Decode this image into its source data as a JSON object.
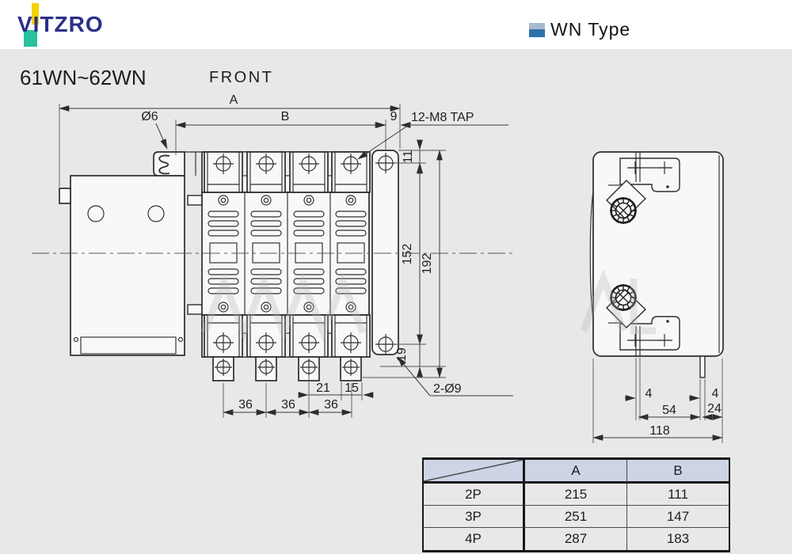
{
  "header": {
    "brand": "VITZRO",
    "type_label": "WN Type"
  },
  "titles": {
    "model": "61WN~62WN",
    "view_label": "FRONT"
  },
  "front_view": {
    "dims": {
      "A": "A",
      "B": "B",
      "dia6": "Ø6",
      "n9": "9",
      "tap": "12-M8 TAP",
      "n11": "11",
      "n152": "152",
      "n192": "192",
      "n19": "19",
      "dia9": "2-Ø9",
      "n21": "21",
      "n15": "15",
      "n36_1": "36",
      "n36_2": "36",
      "n36_3": "36"
    }
  },
  "side_view": {
    "dims": {
      "n4_left": "4",
      "n4_right": "4",
      "n54": "54",
      "n24": "24",
      "n118": "118"
    }
  },
  "spec_table": {
    "columns": [
      "A",
      "B"
    ],
    "rows": [
      {
        "pole": "2P",
        "A": "215",
        "B": "111"
      },
      {
        "pole": "3P",
        "A": "251",
        "B": "147"
      },
      {
        "pole": "4P",
        "A": "287",
        "B": "183"
      }
    ]
  },
  "colors": {
    "logo_navy": "#2b2f88",
    "logo_yellow": "#f2d200",
    "logo_teal": "#2abf9d",
    "bullet_light_blue": "#a9b9ce",
    "bullet_blue": "#2e72aa",
    "table_header_bg": "#cdd4e6",
    "line": "#2d2d2d",
    "page_bg": "#e8e8e8"
  }
}
